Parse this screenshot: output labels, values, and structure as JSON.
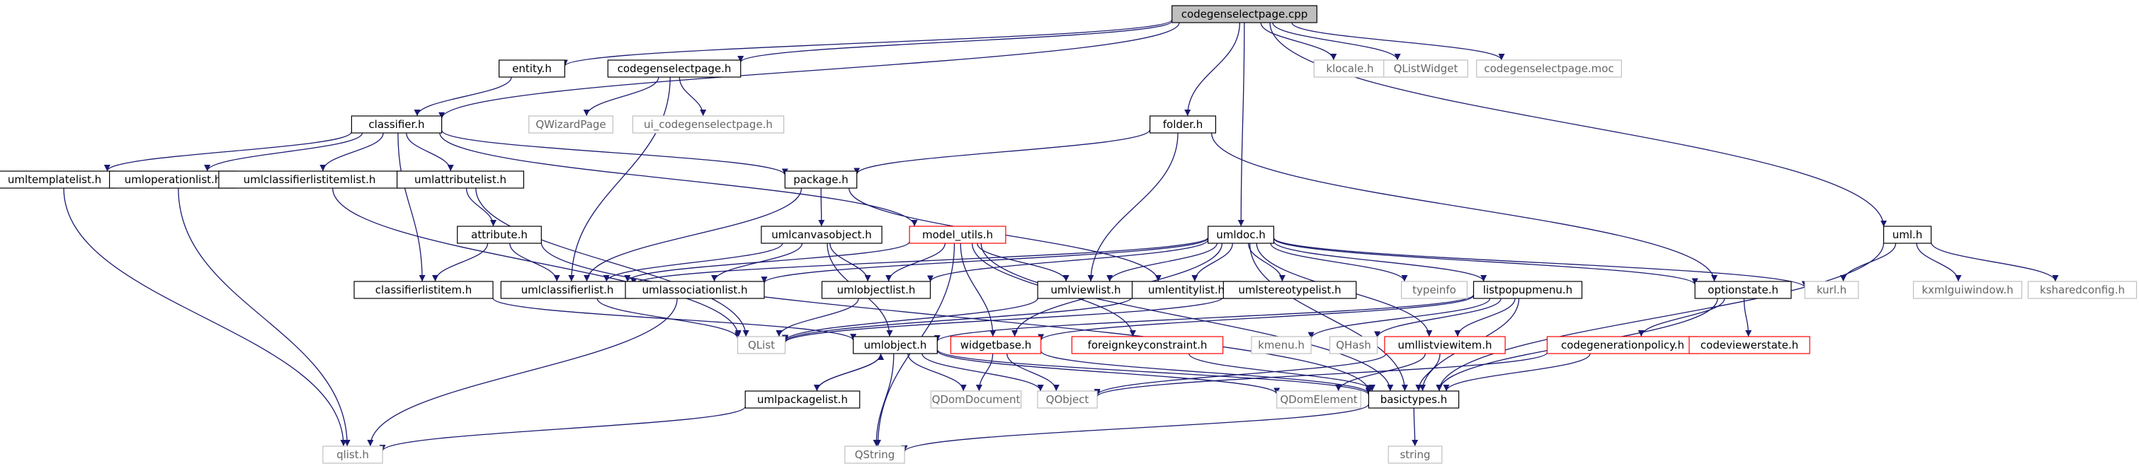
{
  "nodes": {
    "root": {
      "label": "codegenselectpage.cpp",
      "style": "root"
    },
    "entity_h": {
      "label": "entity.h",
      "style": "black"
    },
    "codegenselectpage_h": {
      "label": "codegenselectpage.h",
      "style": "black"
    },
    "klocale_h": {
      "label": "klocale.h",
      "style": "gray"
    },
    "qlistwidget": {
      "label": "QListWidget",
      "style": "gray"
    },
    "codegenselectpage_moc": {
      "label": "codegenselectpage.moc",
      "style": "gray"
    },
    "classifier_h": {
      "label": "classifier.h",
      "style": "black"
    },
    "qwizardpage": {
      "label": "QWizardPage",
      "style": "gray"
    },
    "ui_codegenselectpage_h": {
      "label": "ui_codegenselectpage.h",
      "style": "gray"
    },
    "folder_h": {
      "label": "folder.h",
      "style": "black"
    },
    "umltemplatelist_h": {
      "label": "umltemplatelist.h",
      "style": "black"
    },
    "umloperationlist_h": {
      "label": "umloperationlist.h",
      "style": "black"
    },
    "umlclassifierlistitemlist_h": {
      "label": "umlclassifierlistitemlist.h",
      "style": "black"
    },
    "umlattributelist_h": {
      "label": "umlattributelist.h",
      "style": "black"
    },
    "package_h": {
      "label": "package.h",
      "style": "black"
    },
    "attribute_h": {
      "label": "attribute.h",
      "style": "black"
    },
    "umlcanvasobject_h": {
      "label": "umlcanvasobject.h",
      "style": "black"
    },
    "model_utils_h": {
      "label": "model_utils.h",
      "style": "red"
    },
    "umldoc_h": {
      "label": "umldoc.h",
      "style": "black"
    },
    "uml_h": {
      "label": "uml.h",
      "style": "black"
    },
    "classifierlistitem_h": {
      "label": "classifierlistitem.h",
      "style": "black"
    },
    "umlclassifierlist_h": {
      "label": "umlclassifierlist.h",
      "style": "black"
    },
    "umlassociationlist_h": {
      "label": "umlassociationlist.h",
      "style": "black"
    },
    "umlobjectlist_h": {
      "label": "umlobjectlist.h",
      "style": "black"
    },
    "umlviewlist_h": {
      "label": "umlviewlist.h",
      "style": "black"
    },
    "umlentitylist_h": {
      "label": "umlentitylist.h",
      "style": "black"
    },
    "umlstereotypelist_h": {
      "label": "umlstereotypelist.h",
      "style": "black"
    },
    "typeinfo": {
      "label": "typeinfo",
      "style": "gray"
    },
    "listpopupmenu_h": {
      "label": "listpopupmenu.h",
      "style": "black"
    },
    "optionstate_h": {
      "label": "optionstate.h",
      "style": "black"
    },
    "kurl_h": {
      "label": "kurl.h",
      "style": "gray"
    },
    "kxmlguiwindow_h": {
      "label": "kxmlguiwindow.h",
      "style": "gray"
    },
    "ksharedconfig_h": {
      "label": "ksharedconfig.h",
      "style": "gray"
    },
    "qlist": {
      "label": "QList",
      "style": "gray"
    },
    "umlobject_h": {
      "label": "umlobject.h",
      "style": "black"
    },
    "widgetbase_h": {
      "label": "widgetbase.h",
      "style": "red"
    },
    "foreignkeyconstraint_h": {
      "label": "foreignkeyconstraint.h",
      "style": "red"
    },
    "kmenu_h": {
      "label": "kmenu.h",
      "style": "gray"
    },
    "qhash": {
      "label": "QHash",
      "style": "gray"
    },
    "umllistviewitem_h": {
      "label": "umllistviewitem.h",
      "style": "red"
    },
    "codegenerationpolicy_h": {
      "label": "codegenerationpolicy.h",
      "style": "red"
    },
    "codeviewerstate_h": {
      "label": "codeviewerstate.h",
      "style": "red"
    },
    "umlpackagelist_h": {
      "label": "umlpackagelist.h",
      "style": "black"
    },
    "qdomdocument": {
      "label": "QDomDocument",
      "style": "gray"
    },
    "qobject": {
      "label": "QObject",
      "style": "gray"
    },
    "qdomelement": {
      "label": "QDomElement",
      "style": "gray"
    },
    "basictypes_h": {
      "label": "basictypes.h",
      "style": "black"
    },
    "qlist_h": {
      "label": "qlist.h",
      "style": "gray"
    },
    "qstring": {
      "label": "QString",
      "style": "gray"
    },
    "string": {
      "label": "string",
      "style": "gray"
    }
  },
  "edges": [
    [
      "root",
      "entity_h"
    ],
    [
      "root",
      "classifier_h"
    ],
    [
      "root",
      "codegenselectpage_h"
    ],
    [
      "root",
      "klocale_h"
    ],
    [
      "root",
      "qlistwidget"
    ],
    [
      "root",
      "codegenselectpage_moc"
    ],
    [
      "root",
      "folder_h"
    ],
    [
      "root",
      "umldoc_h"
    ],
    [
      "root",
      "uml_h"
    ],
    [
      "entity_h",
      "classifier_h"
    ],
    [
      "codegenselectpage_h",
      "qwizardpage"
    ],
    [
      "codegenselectpage_h",
      "ui_codegenselectpage_h"
    ],
    [
      "codegenselectpage_h",
      "umlclassifierlist_h"
    ],
    [
      "classifier_h",
      "umltemplatelist_h"
    ],
    [
      "classifier_h",
      "umloperationlist_h"
    ],
    [
      "classifier_h",
      "umlclassifierlistitemlist_h"
    ],
    [
      "classifier_h",
      "umlattributelist_h"
    ],
    [
      "classifier_h",
      "package_h"
    ],
    [
      "classifier_h",
      "model_utils_h"
    ],
    [
      "classifier_h",
      "classifierlistitem_h"
    ],
    [
      "folder_h",
      "package_h"
    ],
    [
      "folder_h",
      "umlviewlist_h"
    ],
    [
      "folder_h",
      "optionstate_h"
    ],
    [
      "umltemplatelist_h",
      "qlist_h"
    ],
    [
      "umloperationlist_h",
      "qlist_h"
    ],
    [
      "umlclassifierlistitemlist_h",
      "qlist"
    ],
    [
      "umlattributelist_h",
      "attribute_h"
    ],
    [
      "umlattributelist_h",
      "qlist"
    ],
    [
      "package_h",
      "umlcanvasobject_h"
    ],
    [
      "package_h",
      "umlclassifierlist_h"
    ],
    [
      "package_h",
      "umlentitylist_h"
    ],
    [
      "attribute_h",
      "classifierlistitem_h"
    ],
    [
      "attribute_h",
      "umlclassifierlist_h"
    ],
    [
      "attribute_h",
      "basictypes_h"
    ],
    [
      "umlcanvasobject_h",
      "umlclassifierlist_h"
    ],
    [
      "umlcanvasobject_h",
      "umlassociationlist_h"
    ],
    [
      "umlcanvasobject_h",
      "umlobjectlist_h"
    ],
    [
      "umlcanvasobject_h",
      "umlobject_h"
    ],
    [
      "model_utils_h",
      "umlclassifierlist_h"
    ],
    [
      "model_utils_h",
      "umlobjectlist_h"
    ],
    [
      "model_utils_h",
      "umlviewlist_h"
    ],
    [
      "model_utils_h",
      "widgetbase_h"
    ],
    [
      "model_utils_h",
      "foreignkeyconstraint_h"
    ],
    [
      "model_utils_h",
      "basictypes_h"
    ],
    [
      "model_utils_h",
      "qstring"
    ],
    [
      "umldoc_h",
      "umlassociationlist_h"
    ],
    [
      "umldoc_h",
      "umlclassifierlist_h"
    ],
    [
      "umldoc_h",
      "umlobjectlist_h"
    ],
    [
      "umldoc_h",
      "umlviewlist_h"
    ],
    [
      "umldoc_h",
      "umlentitylist_h"
    ],
    [
      "umldoc_h",
      "umlstereotypelist_h"
    ],
    [
      "umldoc_h",
      "typeinfo"
    ],
    [
      "umldoc_h",
      "listpopupmenu_h"
    ],
    [
      "umldoc_h",
      "optionstate_h"
    ],
    [
      "umldoc_h",
      "kurl_h"
    ],
    [
      "umldoc_h",
      "basictypes_h"
    ],
    [
      "umldoc_h",
      "widgetbase_h"
    ],
    [
      "umldoc_h",
      "umllistviewitem_h"
    ],
    [
      "uml_h",
      "kurl_h"
    ],
    [
      "uml_h",
      "kxmlguiwindow_h"
    ],
    [
      "uml_h",
      "ksharedconfig_h"
    ],
    [
      "uml_h",
      "basictypes_h"
    ],
    [
      "classifierlistitem_h",
      "umlobject_h"
    ],
    [
      "umlclassifierlist_h",
      "qlist"
    ],
    [
      "umlassociationlist_h",
      "qlist_h"
    ],
    [
      "umlobjectlist_h",
      "qlist"
    ],
    [
      "umlviewlist_h",
      "qlist"
    ],
    [
      "umlentitylist_h",
      "qlist"
    ],
    [
      "umlstereotypelist_h",
      "qlist"
    ],
    [
      "listpopupmenu_h",
      "kmenu_h"
    ],
    [
      "listpopupmenu_h",
      "qhash"
    ],
    [
      "listpopupmenu_h",
      "umllistviewitem_h"
    ],
    [
      "listpopupmenu_h",
      "basictypes_h"
    ],
    [
      "listpopupmenu_h",
      "widgetbase_h"
    ],
    [
      "listpopupmenu_h",
      "umlobject_h"
    ],
    [
      "optionstate_h",
      "codegenerationpolicy_h"
    ],
    [
      "optionstate_h",
      "codeviewerstate_h"
    ],
    [
      "optionstate_h",
      "basictypes_h"
    ],
    [
      "umlobject_h",
      "umlpackagelist_h"
    ],
    [
      "umlobject_h",
      "qdomdocument"
    ],
    [
      "umlobject_h",
      "qobject"
    ],
    [
      "umlobject_h",
      "qdomelement"
    ],
    [
      "umlobject_h",
      "basictypes_h"
    ],
    [
      "umlobject_h",
      "qstring"
    ],
    [
      "widgetbase_h",
      "qdomdocument"
    ],
    [
      "widgetbase_h",
      "qobject"
    ],
    [
      "widgetbase_h",
      "basictypes_h"
    ],
    [
      "foreignkeyconstraint_h",
      "basictypes_h"
    ],
    [
      "umllistviewitem_h",
      "qdomelement"
    ],
    [
      "umllistviewitem_h",
      "basictypes_h"
    ],
    [
      "umllistviewitem_h",
      "qobject"
    ],
    [
      "codegenerationpolicy_h",
      "qobject"
    ],
    [
      "codegenerationpolicy_h",
      "basictypes_h"
    ],
    [
      "umlpackagelist_h",
      "qlist_h"
    ],
    [
      "umlpackagelist_h",
      "umlobject_h"
    ],
    [
      "basictypes_h",
      "qstring"
    ],
    [
      "basictypes_h",
      "string"
    ]
  ],
  "colors": {
    "edge": "#191970",
    "black_border": "#000000",
    "red_border": "#ff0000",
    "gray_border": "#bfbfbf",
    "root_fill": "#bfbfbf",
    "gray_text": "#666666",
    "text": "#000000"
  }
}
